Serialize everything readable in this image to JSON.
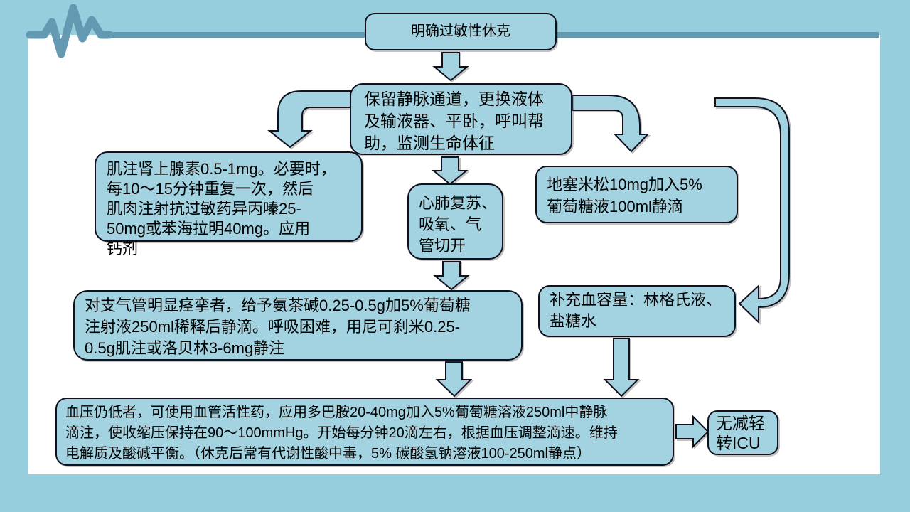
{
  "slide": {
    "background_color": "#97cede",
    "panel_color": "#ffffff",
    "accent_line_color": "#649ab1",
    "node_fill_color": "#a3d3e1",
    "node_border_color": "#10101f",
    "text_color": "#000000"
  },
  "icons": {
    "heartbeat_line": "ecg-waveform-icon"
  },
  "flowchart": {
    "nodes": {
      "diagnosis": {
        "text": "明确过敏性休克",
        "lines": [
          "明确过敏性休克"
        ]
      },
      "iv_access": {
        "text": "保留静脉通道，更换液体及输液器、平卧，呼叫帮助，监测生命体征",
        "lines": [
          "保留静脉通道，更换液体",
          "及输液器、平卧，呼叫帮",
          "助，监测生命体征"
        ]
      },
      "epinephrine": {
        "text": "肌注肾上腺素0.5-1mg。必要时，每10～15分钟重复一次，然后肌肉注射抗过敏药异丙嗪25-50mg或苯海拉明40mg。应用钙剂",
        "lines": [
          "肌注肾上腺素0.5-1mg。必要时，",
          "每10～15分钟重复一次，然后",
          "肌肉注射抗过敏药异丙嗪25-",
          "50mg或苯海拉明40mg。应用",
          "钙剂"
        ]
      },
      "cpr": {
        "text": "心肺复苏、吸氧、气管切开",
        "lines": [
          "心肺复苏、",
          "吸氧、气",
          "管切开"
        ]
      },
      "dexamethasone": {
        "text": "地塞米松10mg加入5%葡萄糖液100ml静滴",
        "lines": [
          "地塞米松10mg加入5%",
          "葡萄糖液100ml静滴"
        ]
      },
      "bronchospasm": {
        "text": "对支气管明显痉挛者，给予氨茶碱0.25-0.5g加5%葡萄糖注射液250ml稀释后静滴。呼吸困难，用尼可刹米0.25-0.5g肌注或洛贝林3-6mg静注",
        "lines": [
          "对支气管明显痉挛者，给予氨茶碱0.25-0.5g加5%葡萄糖",
          "注射液250ml稀释后静滴。呼吸困难，用尼可刹米0.25-",
          "0.5g肌注或洛贝林3-6mg静注"
        ]
      },
      "volume": {
        "text": "补充血容量：林格氏液、盐糖水",
        "lines": [
          "补充血容量：林格氏液、",
          "盐糖水"
        ]
      },
      "vasoactive": {
        "text": "血压仍低者，可使用血管活性药，应用多巴胺20-40mg加入5%葡萄糖溶液250ml中静脉滴注，使收缩压保持在90～100mmHg。开始每分钟20滴左右，根据血压调整滴速。维持电解质及酸碱平衡。（休克后常有代谢性酸中毒，5% 碳酸氢钠溶液100-250ml静点）",
        "lines": [
          "血压仍低者，可使用血管活性药，应用多巴胺20-40mg加入5%葡萄糖溶液250ml中静脉",
          "滴注，使收缩压保持在90～100mmHg。开始每分钟20滴左右，根据血压调整滴速。维持",
          "电解质及酸碱平衡。（休克后常有代谢性酸中毒，5% 碳酸氢钠溶液100-250ml静点）"
        ]
      },
      "icu": {
        "text": "无减轻转ICU",
        "lines": [
          "无减轻",
          "转ICU"
        ]
      }
    },
    "edges": [
      {
        "from": "diagnosis",
        "to": "iv_access",
        "style": "block-arrow-down"
      },
      {
        "from": "iv_access",
        "to": "epinephrine",
        "style": "bent-block-arrow-left-down"
      },
      {
        "from": "iv_access",
        "to": "cpr",
        "style": "block-arrow-down"
      },
      {
        "from": "iv_access",
        "to": "dexamethasone",
        "style": "bent-block-arrow-right-down"
      },
      {
        "from": "iv_access",
        "to": "volume",
        "style": "curved-connector-right"
      },
      {
        "from": "cpr",
        "to": "bronchospasm",
        "style": "block-arrow-down"
      },
      {
        "from": "bronchospasm",
        "to": "vasoactive",
        "style": "block-arrow-down"
      },
      {
        "from": "volume",
        "to": "vasoactive",
        "style": "block-arrow-down"
      },
      {
        "from": "vasoactive",
        "to": "icu",
        "style": "block-arrow-right"
      }
    ]
  }
}
